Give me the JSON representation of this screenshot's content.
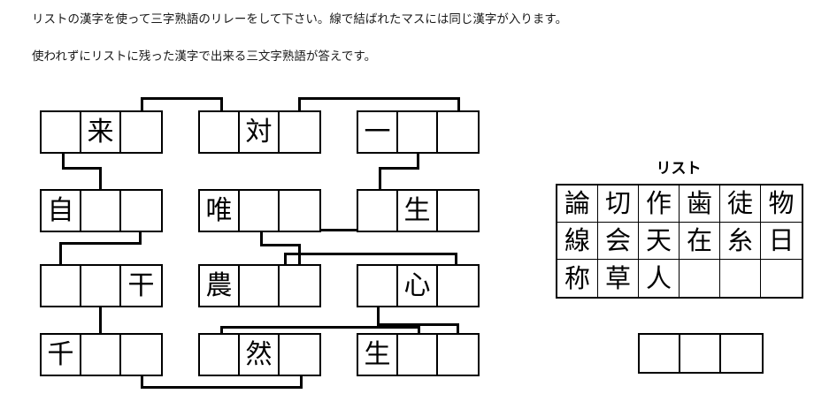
{
  "instructions": {
    "line1": "リストの漢字を使って三字熟語のリレーをして下さい。線で結ばれたマスには同じ漢字が入ります。",
    "line2": "使われずにリストに残った漢字で出来る三文字熟語が答えです。"
  },
  "puzzle": {
    "rows": [
      {
        "row_index": 1,
        "boxes": [
          {
            "id": "r1c1",
            "cells": [
              "",
              "来",
              ""
            ]
          },
          {
            "id": "r1c2",
            "cells": [
              "",
              "対",
              ""
            ]
          },
          {
            "id": "r1c3",
            "cells": [
              "一",
              "",
              ""
            ]
          }
        ]
      },
      {
        "row_index": 2,
        "boxes": [
          {
            "id": "r2c1",
            "cells": [
              "自",
              "",
              ""
            ]
          },
          {
            "id": "r2c2",
            "cells": [
              "唯",
              "",
              ""
            ]
          },
          {
            "id": "r2c3",
            "cells": [
              "",
              "生",
              ""
            ]
          }
        ]
      },
      {
        "row_index": 3,
        "boxes": [
          {
            "id": "r3c1",
            "cells": [
              "",
              "",
              "干"
            ]
          },
          {
            "id": "r3c2",
            "cells": [
              "農",
              "",
              ""
            ]
          },
          {
            "id": "r3c3",
            "cells": [
              "",
              "心",
              ""
            ]
          }
        ]
      },
      {
        "row_index": 4,
        "boxes": [
          {
            "id": "r4c1",
            "cells": [
              "千",
              "",
              ""
            ]
          },
          {
            "id": "r4c2",
            "cells": [
              "",
              "然",
              ""
            ]
          },
          {
            "id": "r4c3",
            "cells": [
              "生",
              "",
              ""
            ]
          }
        ]
      }
    ]
  },
  "list": {
    "title": "リスト",
    "rows": [
      [
        "論",
        "切",
        "作",
        "歯",
        "徒",
        "物"
      ],
      [
        "線",
        "会",
        "天",
        "在",
        "糸",
        "日"
      ],
      [
        "称",
        "草",
        "人",
        "",
        "",
        ""
      ]
    ]
  },
  "answer": {
    "cells": [
      "",
      "",
      ""
    ]
  },
  "colors": {
    "ink": "#000000",
    "background": "#ffffff",
    "text": "#1a1a1a"
  }
}
